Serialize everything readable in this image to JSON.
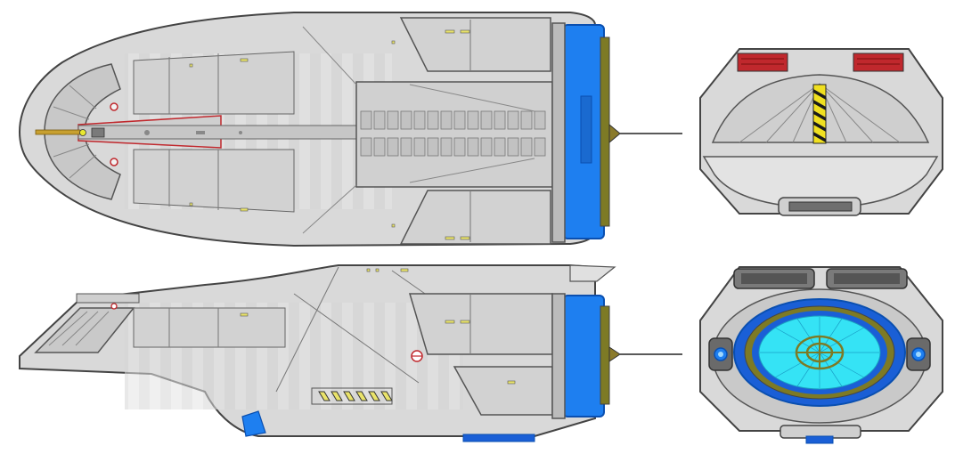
{
  "views": [
    {
      "id": "top",
      "kind": "dorsal"
    },
    {
      "id": "side",
      "kind": "profile"
    },
    {
      "id": "front",
      "kind": "fore"
    },
    {
      "id": "rear",
      "kind": "aft"
    }
  ],
  "colors": {
    "hull": "#d9d9d9",
    "hull_light": "#e6e6e6",
    "hull_dark": "#bdbdbd",
    "panel_line": "#8c8c8c",
    "outline": "#444444",
    "impulse_blue": "#1e7ff0",
    "impulse_blue_dark": "#0a4fb0",
    "brass": "#8a7a2a",
    "warning_red": "#c0282d",
    "window_yellow": "#e9e36a",
    "deflector_cyan": "#35e3f5",
    "deflector_ring": "#1a5fd6",
    "deflector_gold": "#7d7a25",
    "hazard_yellow": "#f0e020",
    "hazard_black": "#1a1a1a"
  }
}
